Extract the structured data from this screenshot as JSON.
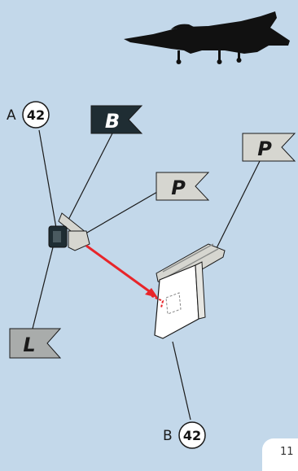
{
  "callouts": {
    "a_letter": "A",
    "a_number": "42",
    "b_letter": "B",
    "b_number": "42"
  },
  "flags": {
    "top_b": "B",
    "p_left": "P",
    "p_right": "P",
    "l": "L"
  },
  "page_number": "11",
  "colors": {
    "background": "#c3d8ea",
    "arrow": "#e8252a",
    "flag_dark": "#1f2d33",
    "flag_light": "#d6d6d0",
    "flag_mid": "#a9acab"
  }
}
